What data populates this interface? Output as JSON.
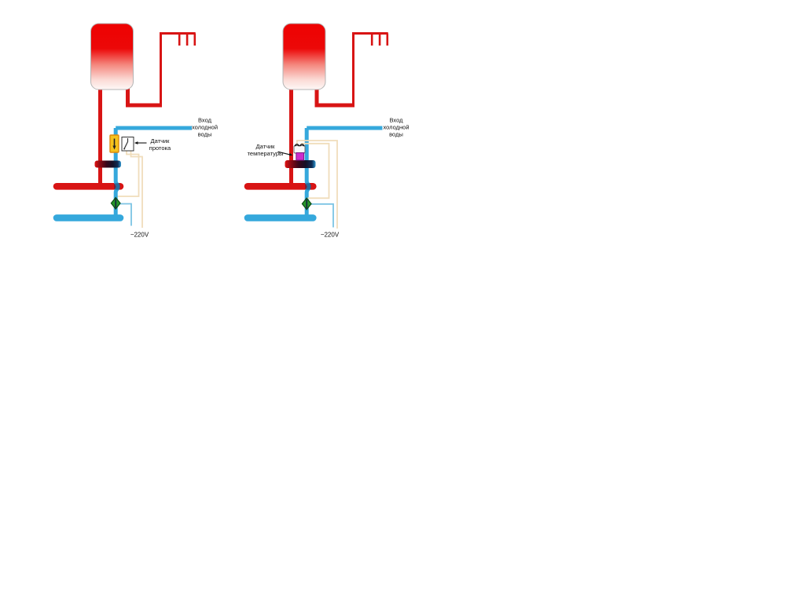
{
  "page": {
    "background_color": "#ffffff",
    "description": "Two plumbing schemes of a hot water tank recirculation loop: one controlled by a flow sensor, one by a temperature sensor"
  },
  "colors": {
    "hot_pipe_red": "#d81414",
    "cold_pipe_blue": "#35a8dc",
    "power_wire_tan": "#f0ddbb",
    "neutral_wire_blue": "#7cc4e4",
    "flow_sensor_yellow": "#f5c31d",
    "flow_sensor_border_orange": "#de8a0c",
    "temp_sensor_magenta": "#cc2ecc",
    "check_valve_green": "#27962a",
    "tank_top_red": "#ee0000",
    "label_text": "#111111"
  },
  "diagrams": [
    {
      "name": "flow-sensor-scheme",
      "sensor_label": [
        "Датчик",
        "протока"
      ],
      "cold_water_inlet_label": [
        "Вход",
        "холодной",
        "воды"
      ],
      "power_label": "~220V"
    },
    {
      "name": "temperature-sensor-scheme",
      "sensor_label": [
        "Датчик",
        "температуры"
      ],
      "cold_water_inlet_label": [
        "Вход",
        "холодной",
        "воды"
      ],
      "power_label": "~220V"
    }
  ]
}
